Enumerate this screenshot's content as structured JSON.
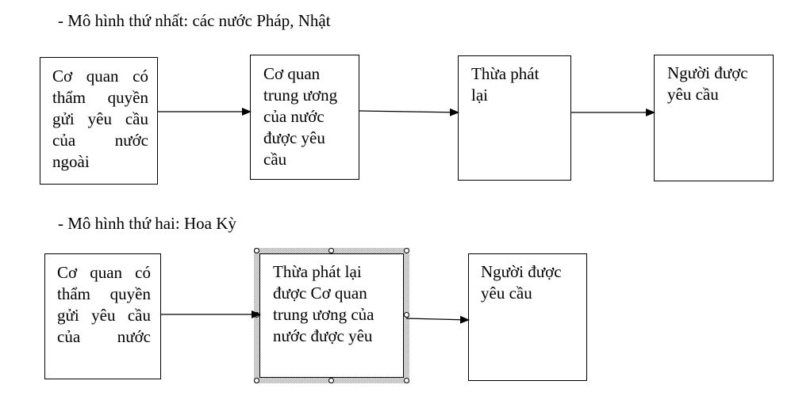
{
  "model1": {
    "heading": "- Mô hình thứ nhất: các nước Pháp, Nhật",
    "box1": {
      "lines": [
        "Cơ quan có",
        "thẩm quyền",
        "gửi yêu cầu",
        "của nước",
        "ngoài"
      ]
    },
    "box2": {
      "lines": [
        "Cơ quan",
        "trung ương",
        "của nước",
        "được yêu",
        "cầu"
      ]
    },
    "box3": {
      "lines": [
        "Thừa phát",
        "lại"
      ]
    },
    "box4": {
      "lines": [
        "Người được",
        "yêu cầu"
      ]
    }
  },
  "model2": {
    "heading": "- Mô hình thứ hai: Hoa Kỳ",
    "box1": {
      "lines": [
        "Cơ quan có",
        "thẩm quyền",
        "gửi yêu cầu",
        "của nước"
      ]
    },
    "box2": {
      "lines": [
        "Thừa phát lại",
        "được Cơ quan",
        "trung ương của",
        "nước được yêu"
      ]
    },
    "box3": {
      "lines": [
        "Người được",
        "yêu cầu"
      ]
    }
  }
}
